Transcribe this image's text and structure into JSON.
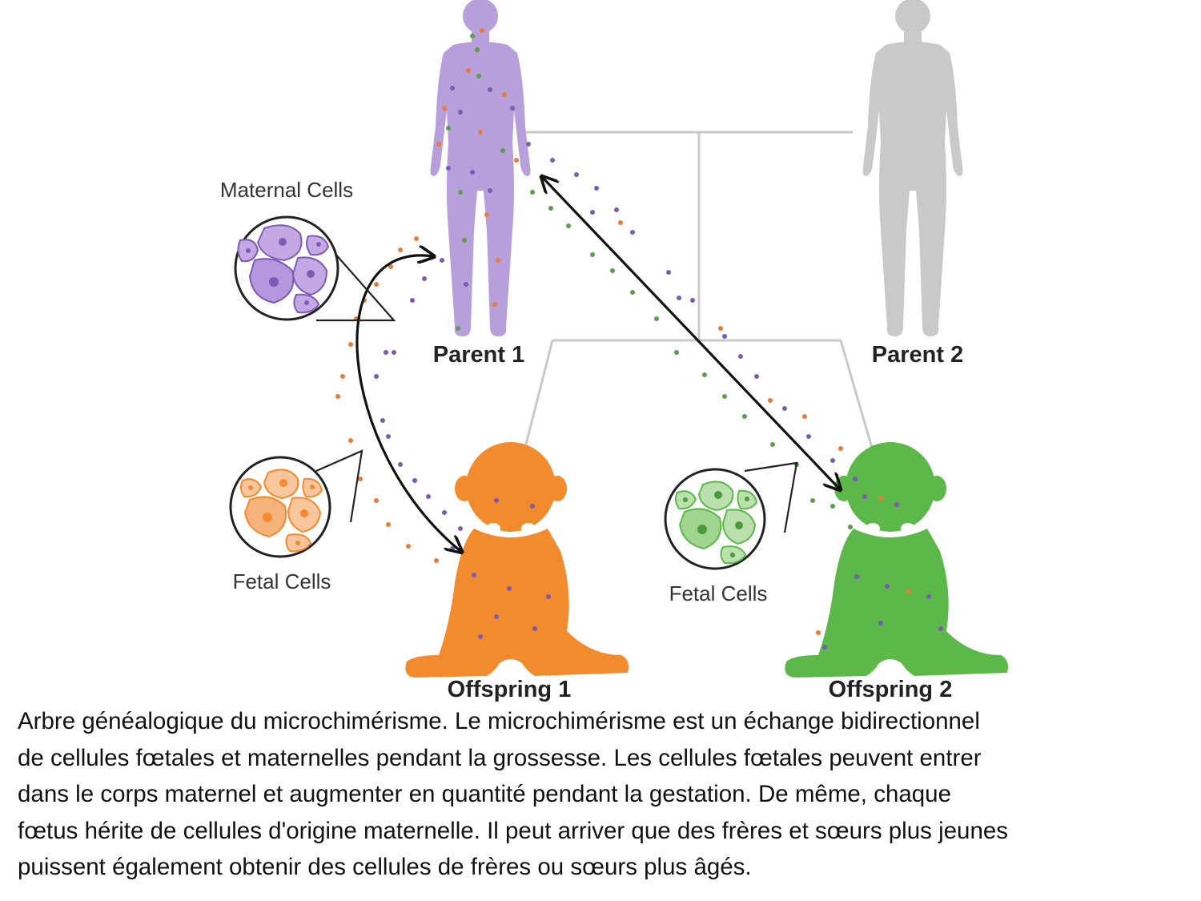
{
  "diagram": {
    "labels": {
      "maternal_cells": "Maternal Cells",
      "fetal_cells_1": "Fetal Cells",
      "fetal_cells_2": "Fetal Cells",
      "parent_1": "Parent 1",
      "parent_2": "Parent 2",
      "offspring_1": "Offspring 1",
      "offspring_2": "Offspring 2"
    },
    "colors": {
      "maternal": "#b79fdb",
      "maternal_cell_dot": "#7c5bb5",
      "fetal_1": "#f28a2e",
      "fetal_2": "#5cb848",
      "parent_2": "#c9c9c9",
      "tree_lines": "#c8c8c8",
      "arrow": "#111111"
    }
  },
  "caption": "Arbre généalogique du microchimérisme. Le microchimérisme est un échange bidirectionnel\nde cellules fœtales et maternelles pendant la grossesse. Les cellules fœtales peuvent entrer\ndans le corps maternel et augmenter en quantité pendant la gestation. De même, chaque\nfœtus hérite de cellules d'origine maternelle. Il peut arriver que des frères et sœurs plus jeunes\npuissent également obtenir des cellules de frères ou sœurs plus âgés."
}
